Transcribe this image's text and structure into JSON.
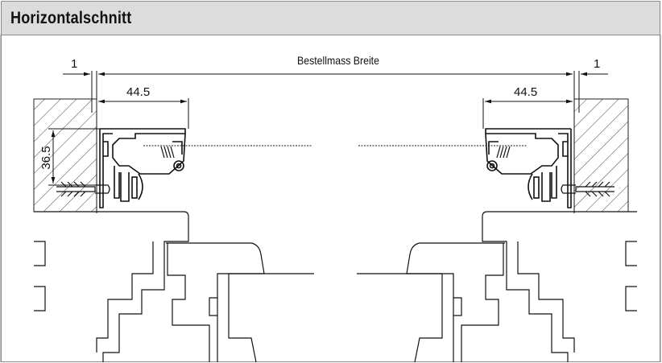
{
  "title": "Horizontalschnitt",
  "dimensions": {
    "order_width_label": "Bestellmass Breite",
    "gap_left": "1",
    "gap_right": "1",
    "profile_width_left": "44.5",
    "profile_width_right": "44.5",
    "profile_depth": "36.5"
  }
}
